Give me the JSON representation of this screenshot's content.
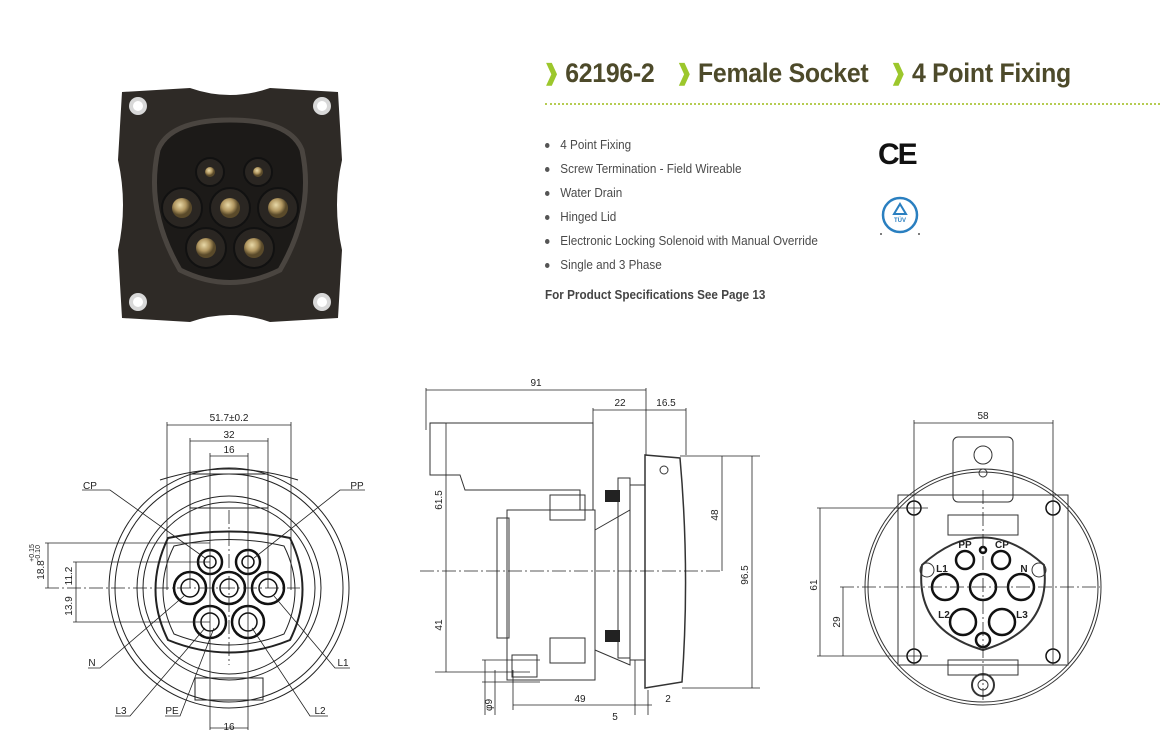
{
  "header": {
    "segments": [
      "62196-2",
      "Female Socket",
      "4 Point Fixing"
    ],
    "accent_color": "#9cc72c",
    "title_color": "#4d4a2a"
  },
  "features": [
    "4 Point Fixing",
    "Screw Termination - Field Wireable",
    "Water Drain",
    "Hinged Lid",
    "Electronic Locking Solenoid with Manual Override",
    "Single and 3 Phase"
  ],
  "spec_note": "For Product Specifications See Page 13",
  "certifications": {
    "ce": "CE",
    "tuv": "TÜV"
  },
  "front_drawing": {
    "dims": {
      "overall": "51.7±0.2",
      "outer_pin": "32",
      "inner_pin": "16",
      "bottom": "16",
      "height": "18.8",
      "tol_plus": "+0.15",
      "tol_minus": "-0.10",
      "upper": "11.2",
      "lower": "13.9"
    },
    "pins": {
      "cp": "CP",
      "pp": "PP",
      "n": "N",
      "l1": "L1",
      "l3": "L3",
      "pe": "PE",
      "l2": "L2"
    }
  },
  "side_drawing": {
    "dims": {
      "length": "91",
      "lid": "22",
      "cover": "16.5",
      "upper_h": "61.5",
      "lower_h": "41",
      "half": "48",
      "total_h": "96.5",
      "depth": "49",
      "flange": "2",
      "drain": "φ9",
      "panel": "5"
    }
  },
  "rear_drawing": {
    "dims": {
      "width": "58",
      "height": "61",
      "offset": "29"
    },
    "pins": {
      "pp": "PP",
      "cp": "CP",
      "l1": "L1",
      "n": "N",
      "l2": "L2",
      "l3": "L3"
    }
  }
}
